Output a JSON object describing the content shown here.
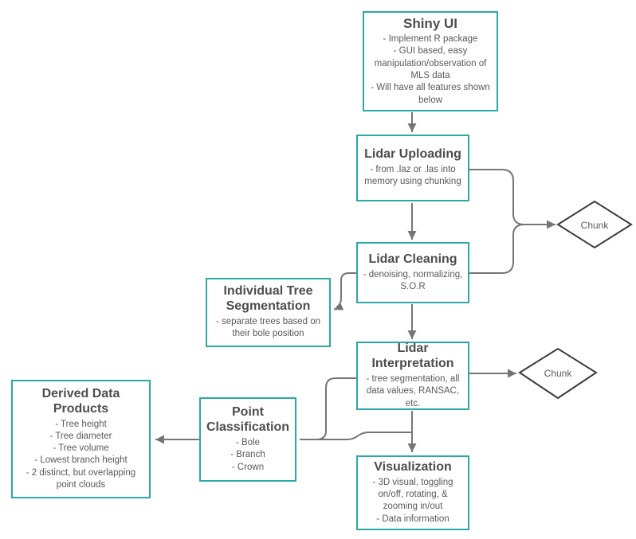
{
  "diagram": {
    "nodes": {
      "shiny_ui": {
        "title": "Shiny UI",
        "body": "- Implement R package\n- GUI based, easy\nmanipulation/observation of\nMLS data\n- Will have all features shown\nbelow"
      },
      "lidar_uploading": {
        "title": "Lidar Uploading",
        "body": "- from .laz or .las into\nmemory using chunking"
      },
      "lidar_cleaning": {
        "title": "Lidar Cleaning",
        "body": "- denoising, normalizing,\nS.O.R"
      },
      "individual_tree_segmentation": {
        "title": "Individual Tree\nSegmentation",
        "body": "- separate trees based on\ntheir bole position"
      },
      "lidar_interpretation": {
        "title": "Lidar\nInterpretation",
        "body": "- tree segmentation, all\ndata values, RANSAC, etc."
      },
      "visualization": {
        "title": "Visualization",
        "body": "- 3D visual, toggling\non/off, rotating, &\nzooming in/out\n- Data information"
      },
      "point_classification": {
        "title": "Point\nClassification",
        "body": "- Bole\n- Branch\n- Crown"
      },
      "derived_data_products": {
        "title": "Derived Data Products",
        "body": "- Tree height\n- Tree diameter\n- Tree volume\n- Lowest branch height\n- 2 distinct, but overlapping\npoint clouds"
      }
    },
    "decisions": {
      "chunk_top": {
        "label": "Chunk"
      },
      "chunk_bottom": {
        "label": "Chunk"
      }
    }
  },
  "colors": {
    "box_border": "#2ba9a4",
    "diamond_border": "#3c3c3c",
    "connector": "#757575",
    "title_color": "#4d4d4d",
    "body_color": "#595959",
    "bg": "#ffffff"
  }
}
